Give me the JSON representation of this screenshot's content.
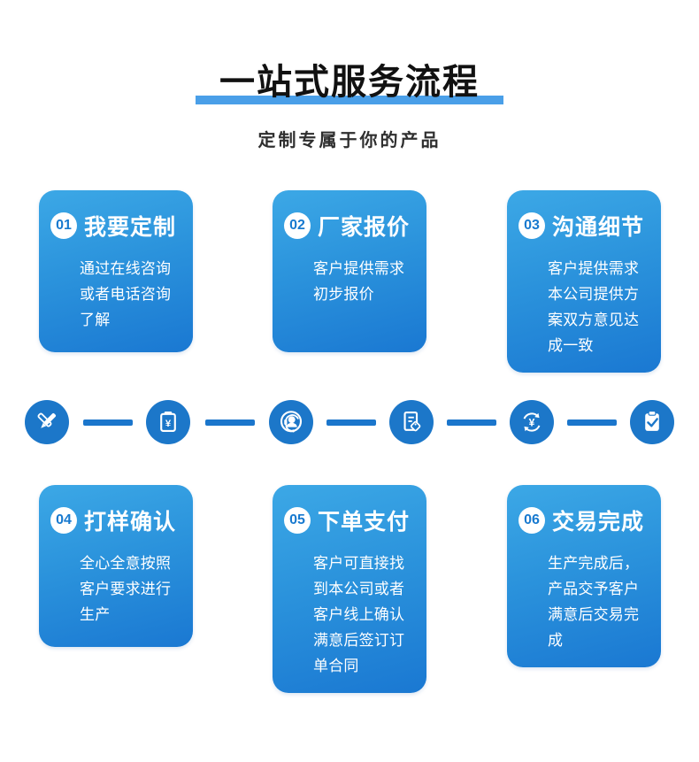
{
  "header": {
    "title": "一站式服务流程",
    "subtitle": "定制专属于你的产品"
  },
  "steps": [
    {
      "number": "01",
      "title": "我要定制",
      "description": "通过在线咨询或者电话咨询了解"
    },
    {
      "number": "02",
      "title": "厂家报价",
      "description": "客户提供需求初步报价"
    },
    {
      "number": "03",
      "title": "沟通细节",
      "description": "客户提供需求本公司提供方案双方意见达成一致"
    },
    {
      "number": "04",
      "title": "打样确认",
      "description": "全心全意按照客户要求进行生产"
    },
    {
      "number": "05",
      "title": "下单支付",
      "description": "客户可直接找到本公司或者客户线上确认满意后签订订单合同"
    },
    {
      "number": "06",
      "title": "交易完成",
      "description": "生产完成后，产品交予客户满意后交易完成"
    }
  ],
  "flow_icons": [
    {
      "name": "design-pen-icon"
    },
    {
      "name": "quote-clipboard-icon"
    },
    {
      "name": "customer-service-icon"
    },
    {
      "name": "sample-document-icon"
    },
    {
      "name": "payment-exchange-icon"
    },
    {
      "name": "complete-clipboard-icon"
    }
  ],
  "colors": {
    "card_gradient_top": "#3ca8e6",
    "card_gradient_bottom": "#1a78d2",
    "icon_circle": "#1c77c9",
    "connector_line": "#1b76cc",
    "title_underline": "#4a9fe8",
    "badge_number": "#1779cf"
  }
}
